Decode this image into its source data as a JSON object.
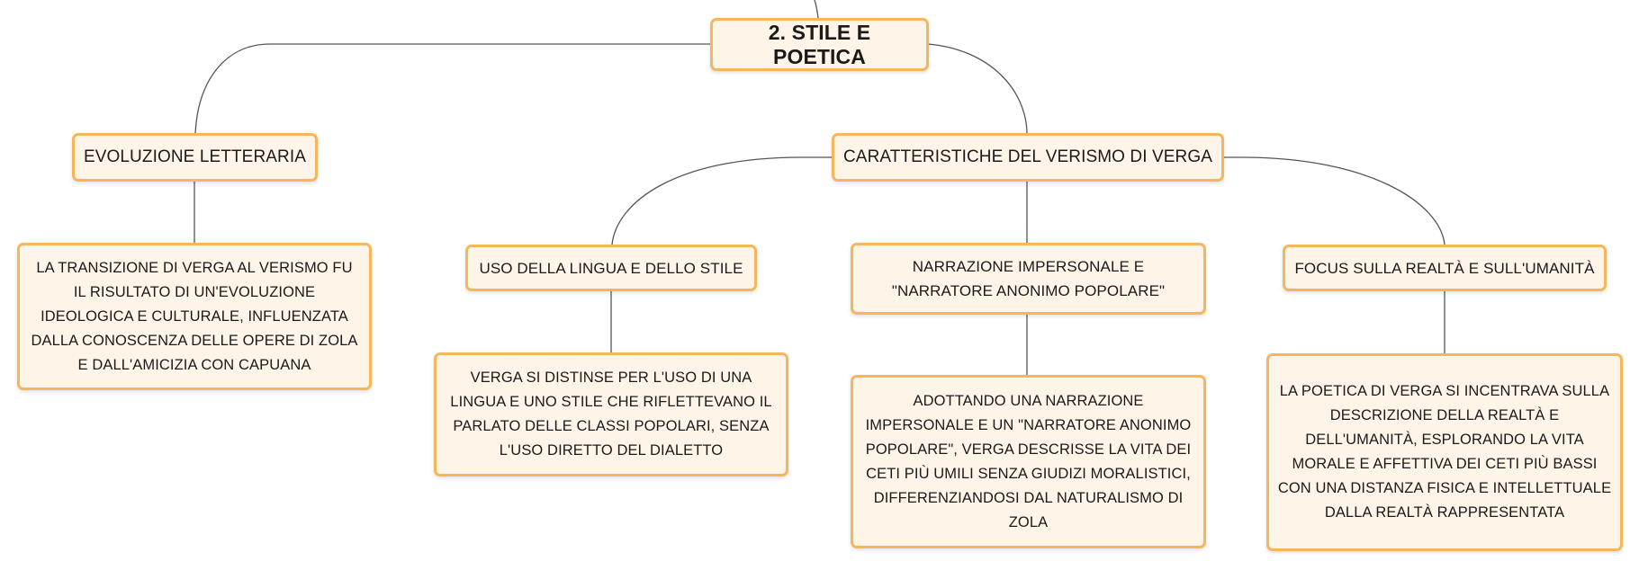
{
  "root": {
    "label": "2. STILE E POETICA"
  },
  "evoluzione": {
    "label": "EVOLUZIONE LETTERARIA",
    "detail": "LA TRANSIZIONE DI VERGA AL VERISMO FU IL RISULTATO DI UN'EVOLUZIONE IDEOLOGICA E CULTURALE, INFLUENZATA DALLA CONOSCENZA DELLE OPERE DI ZOLA E DALL'AMICIZIA CON CAPUANA"
  },
  "caratteristiche": {
    "label": "CARATTERISTICHE DEL VERISMO DI VERGA",
    "children": [
      {
        "label": "USO DELLA LINGUA E DELLO STILE",
        "detail": "VERGA SI DISTINSE PER L'USO DI UNA LINGUA E UNO STILE CHE RIFLETTEVANO IL PARLATO DELLE CLASSI POPOLARI, SENZA L'USO DIRETTO DEL DIALETTO"
      },
      {
        "label": "NARRAZIONE IMPERSONALE E \"NARRATORE ANONIMO POPOLARE\"",
        "detail": "ADOTTANDO UNA NARRAZIONE IMPERSONALE E UN \"NARRATORE ANONIMO POPOLARE\", VERGA DESCRISSE LA VITA DEI CETI PIÙ UMILI SENZA GIUDIZI MORALISTICI, DIFFERENZIANDOSI DAL NATURALISMO DI ZOLA"
      },
      {
        "label": "FOCUS SULLA REALTÀ E SULL'UMANITÀ",
        "detail": "LA POETICA DI VERGA SI INCENTRAVA SULLA DESCRIZIONE DELLA REALTÀ E DELL'UMANITÀ, ESPLORANDO LA VITA MORALE E AFFETTIVA DEI CETI PIÙ BASSI CON UNA DISTANZA FISICA E INTELLETTUALE DALLA REALTÀ RAPPRESENTATA"
      }
    ]
  },
  "colors": {
    "node_fill": "#fff4e8",
    "node_border": "#f5b65c",
    "connector": "#555555"
  }
}
